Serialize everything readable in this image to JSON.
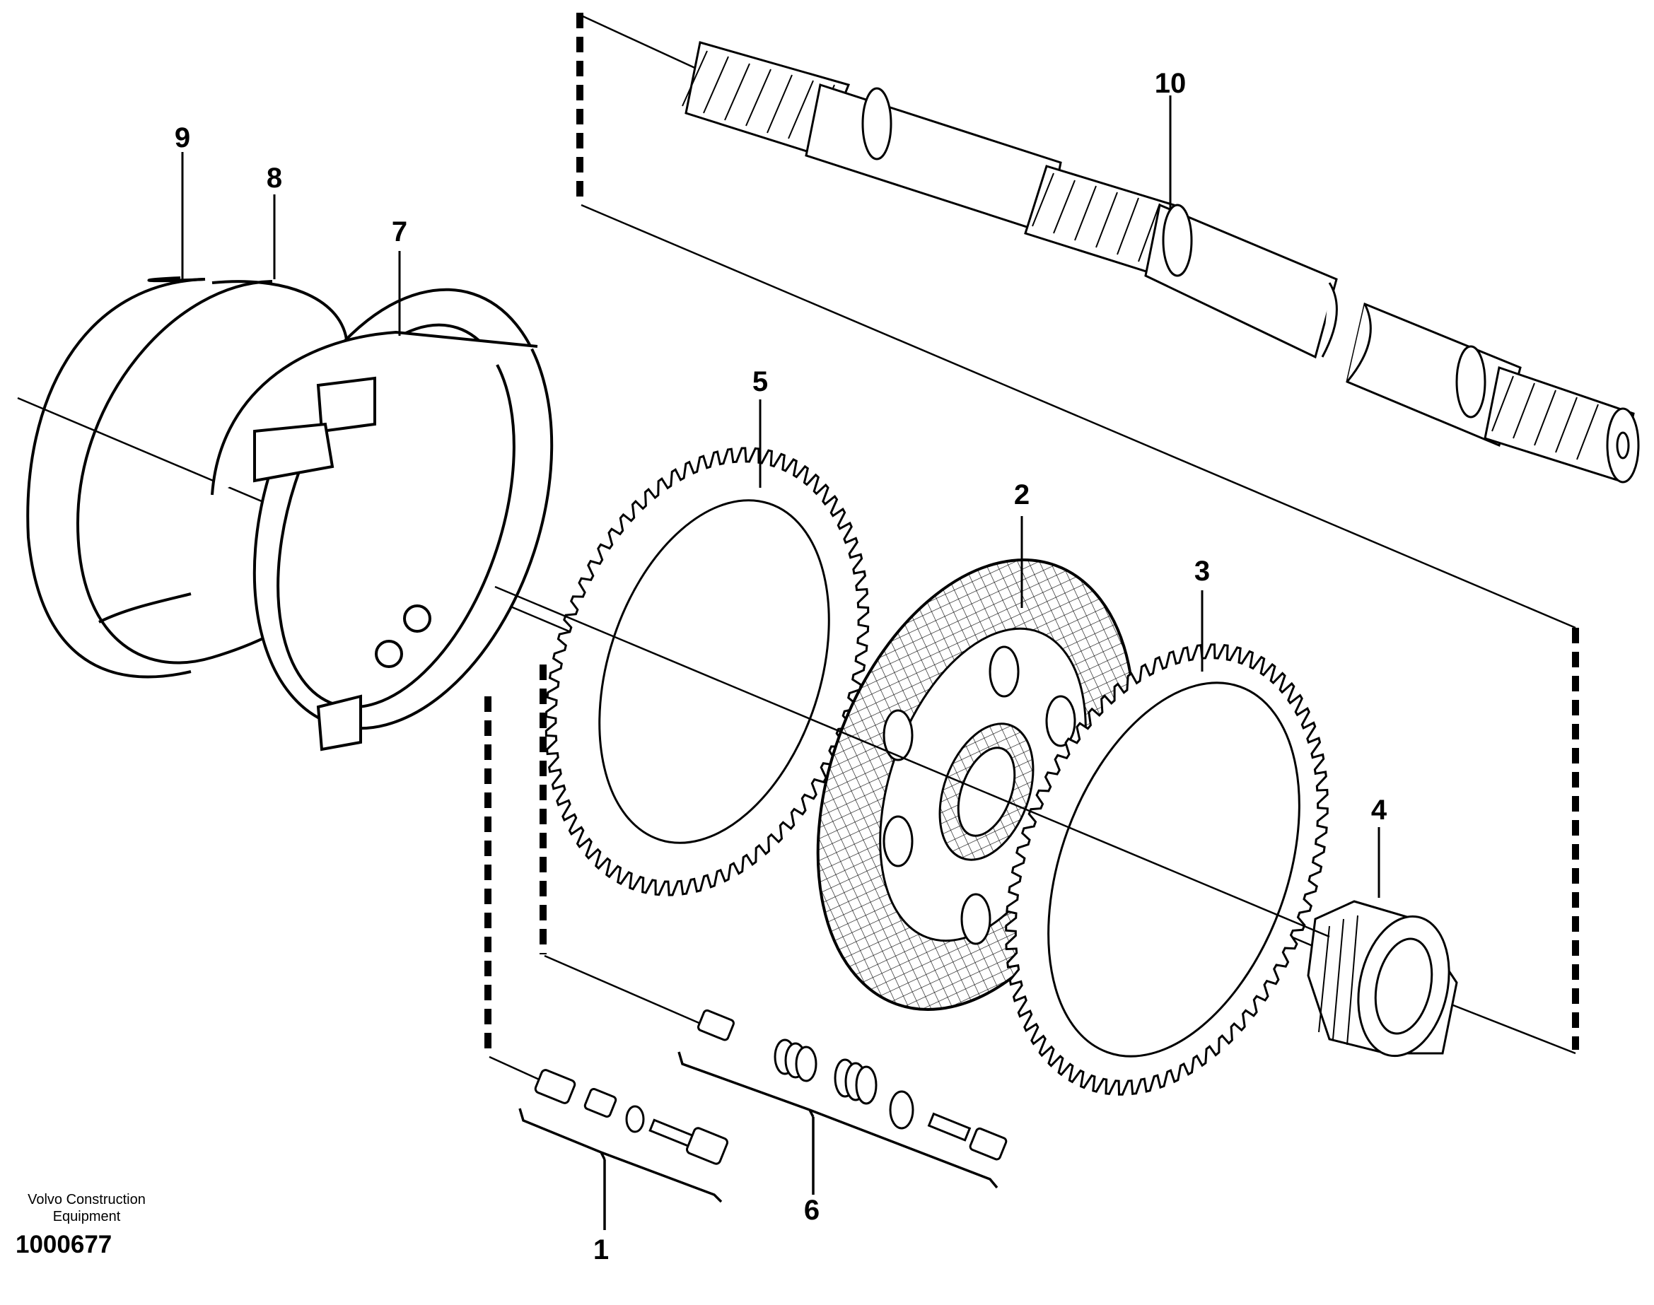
{
  "callouts": {
    "c1": "1",
    "c2": "2",
    "c3": "3",
    "c4": "4",
    "c5": "5",
    "c6": "6",
    "c7": "7",
    "c8": "8",
    "c9": "9",
    "c10": "10"
  },
  "footer": {
    "company_line1": "Volvo Construction",
    "company_line2": "Equipment",
    "drawing_number": "1000677"
  }
}
